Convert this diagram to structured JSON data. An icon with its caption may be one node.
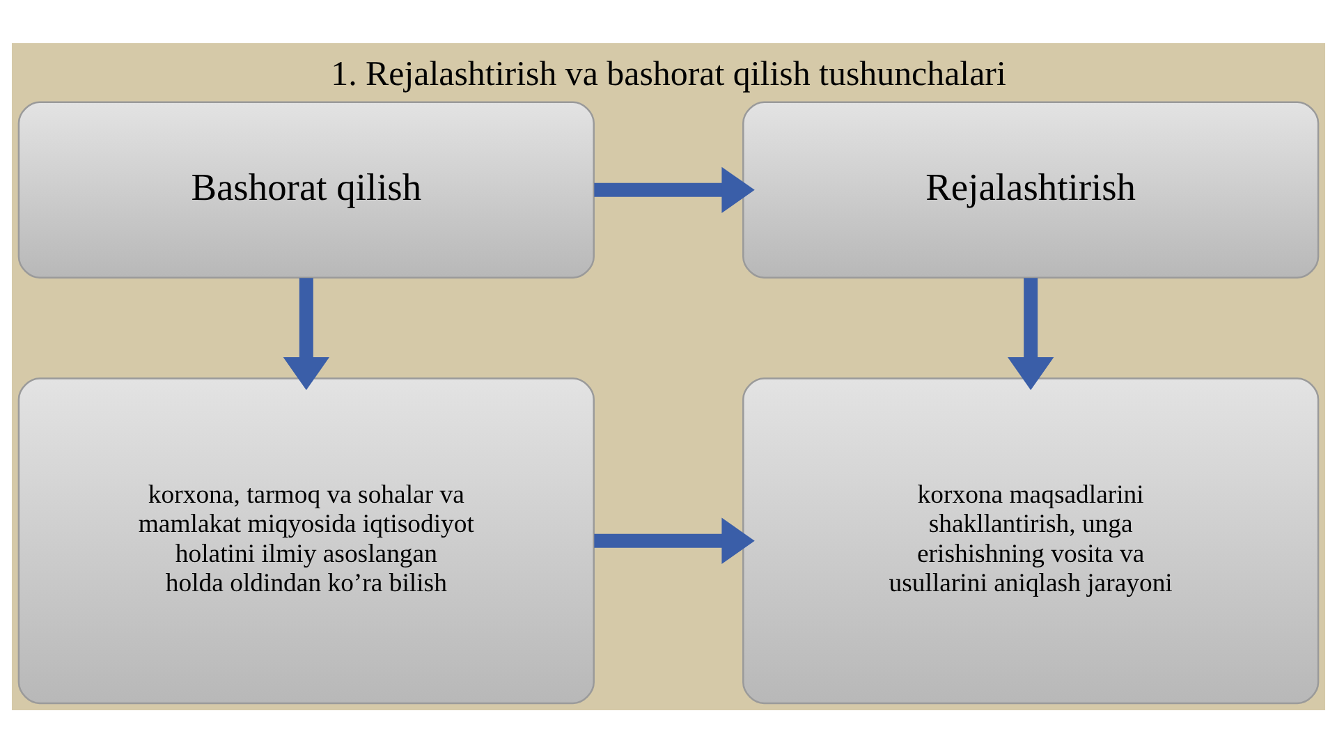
{
  "diagram": {
    "title": "1. Rejalashtirish va bashorat qilish tushunchalari",
    "nodes": [
      {
        "text": [
          "Bashorat qilish"
        ]
      },
      {
        "text": [
          "Rejalashtirish"
        ]
      },
      {
        "text": [
          "korxona, tarmoq va sohalar va mamlakat miqyosida iqtisodiyot holatini ilmiy asoslangan holda oldindan ko’ra bilish"
        ]
      },
      {
        "text": [
          "korxona maqsadlarini shakllantirish, unga erishishning vosita va usullarini aniqlash jarayoni"
        ]
      }
    ],
    "edges": [
      {
        "from": 0,
        "to": 1,
        "arrow": "to"
      },
      {
        "from": 0,
        "to": 2,
        "arrow": "to"
      },
      {
        "from": 2,
        "to": 3,
        "arrow": "to"
      },
      {
        "from": 1,
        "to": 3,
        "arrow": "to"
      }
    ]
  }
}
